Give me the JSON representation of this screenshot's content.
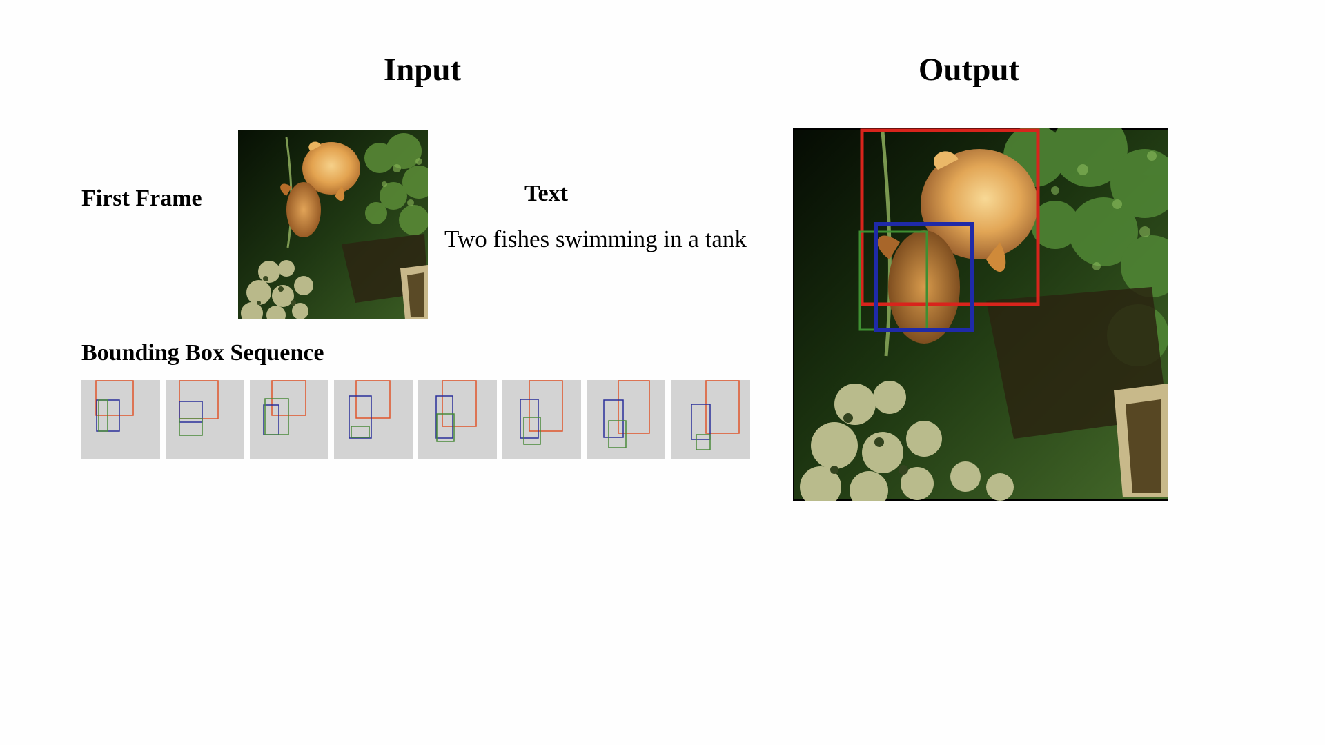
{
  "headings": {
    "input": "Input",
    "output": "Output"
  },
  "labels": {
    "first_frame": "First Frame",
    "text": "Text",
    "bbox_sequence": "Bounding Box Sequence"
  },
  "prompt_text": "Two fishes swimming in a tank",
  "box_colors": {
    "red": "#e0552a",
    "blue": "#2b2f9a",
    "green": "#4a8a3a",
    "output_red": "#d8241c",
    "output_blue": "#1f2aa8",
    "output_green": "#3f8f32"
  },
  "scene_colors": {
    "water_dark": "#0b1606",
    "weed_green": "#3e6e2a",
    "weed_light": "#6fa046",
    "fish_gold": "#e9b460",
    "fish_orange": "#c47c30",
    "gravel": "#c9c9a0"
  }
}
